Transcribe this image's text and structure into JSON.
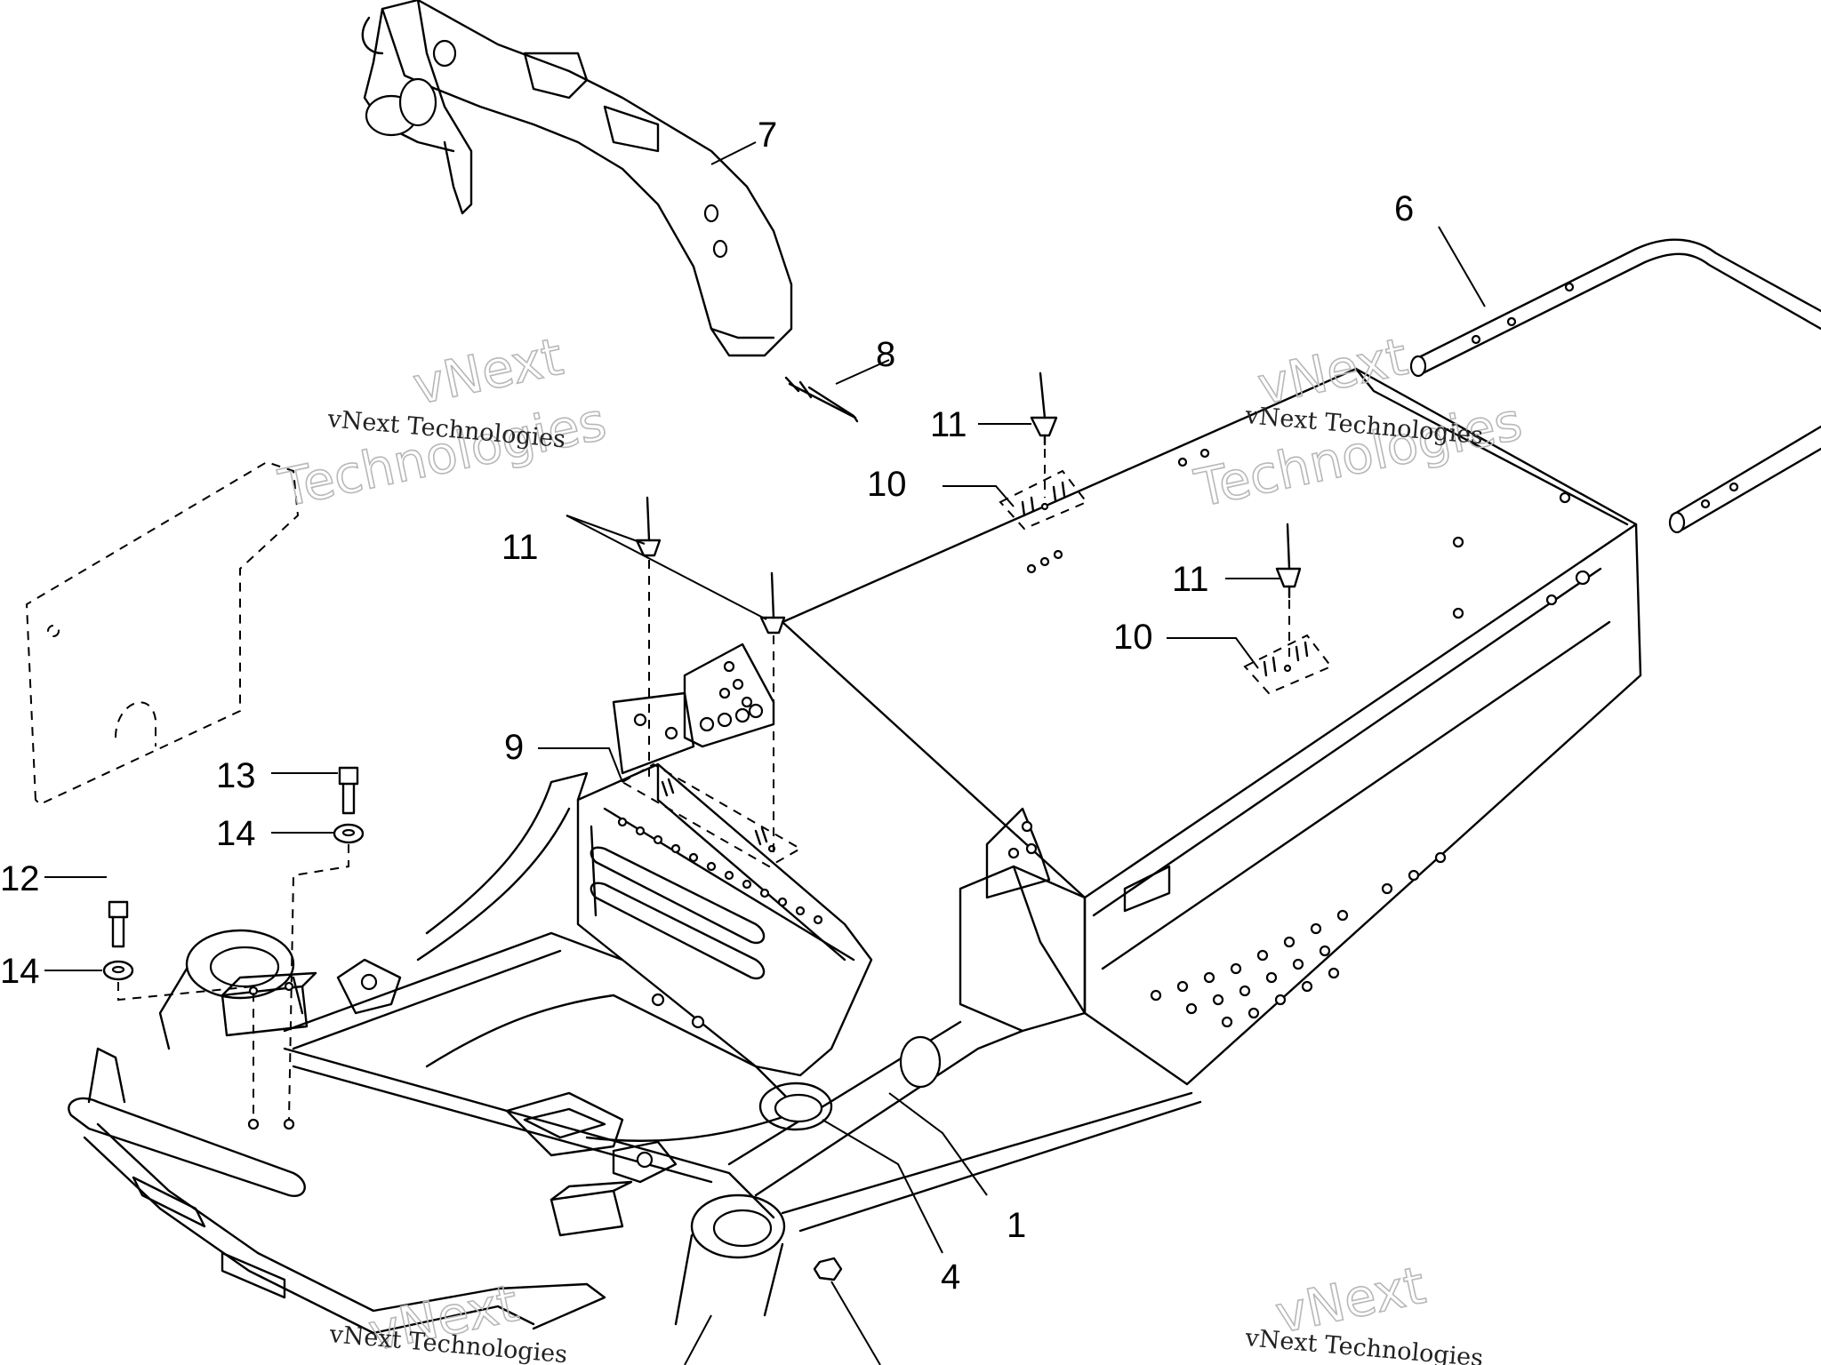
{
  "callouts": [
    {
      "id": "c1",
      "label": "1"
    },
    {
      "id": "c4",
      "label": "4"
    },
    {
      "id": "c6",
      "label": "6"
    },
    {
      "id": "c7",
      "label": "7"
    },
    {
      "id": "c8",
      "label": "8"
    },
    {
      "id": "c9",
      "label": "9"
    },
    {
      "id": "c10a",
      "label": "10"
    },
    {
      "id": "c10b",
      "label": "10"
    },
    {
      "id": "c11a",
      "label": "11"
    },
    {
      "id": "c11b",
      "label": "11"
    },
    {
      "id": "c11c",
      "label": "11"
    },
    {
      "id": "c12",
      "label": "12"
    },
    {
      "id": "c13",
      "label": "13"
    },
    {
      "id": "c14a",
      "label": "14"
    },
    {
      "id": "c14b",
      "label": "14"
    }
  ],
  "watermark": {
    "line1": "vNext",
    "line2": "Technologies",
    "small": "vNext Technologies"
  },
  "colors": {
    "line": "#000000",
    "background": "#ffffff",
    "watermark": "#b8b8b8"
  }
}
